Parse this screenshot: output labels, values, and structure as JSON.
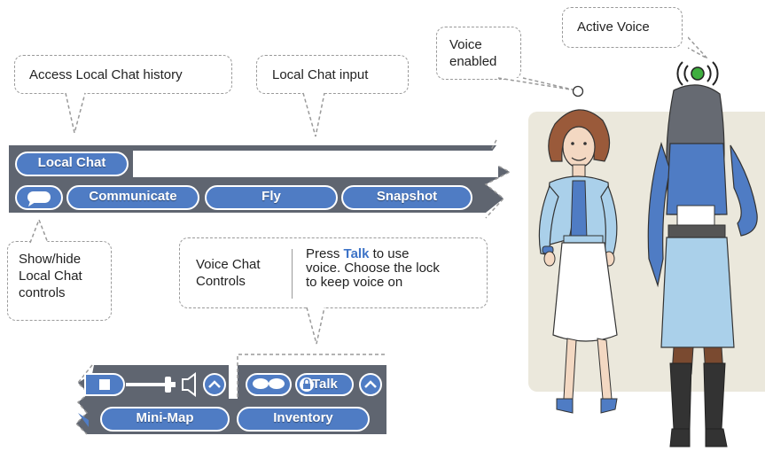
{
  "callouts": {
    "local_history": "Access Local Chat history",
    "local_input": "Local Chat input",
    "show_hide": [
      "Show/hide",
      "Local Chat",
      "controls"
    ],
    "voice_enabled": [
      "Voice",
      "enabled"
    ],
    "active_voice": "Active Voice",
    "voice_controls_title": [
      "Voice Chat",
      "Controls"
    ],
    "voice_controls_desc": {
      "pre": "Press ",
      "talk": "Talk",
      "post1": " to use",
      "line2": "voice. Choose the lock",
      "line3": "to keep voice on"
    }
  },
  "chat_bar": {
    "local_chat_button": "Local Chat",
    "communicate_button": "Communicate",
    "fly_button": "Fly",
    "snapshot_button": "Snapshot"
  },
  "bottom_bar": {
    "talk_button": "Talk",
    "minimap_button": "Mini-Map",
    "inventory_button": "Inventory"
  },
  "colors": {
    "bar_gray": "#5f6570",
    "pill_blue": "#4f7cc4",
    "pill_border": "#ffffff",
    "scene_bg": "#ebe8dc",
    "voice_green": "#3fae3f"
  },
  "icons": [
    "chat-bubble-icon",
    "stop-icon",
    "volume-slider-icon",
    "speaker-icon",
    "chevron-up-icon",
    "lock-icon",
    "voice-waves-icon",
    "voice-indicator-icon"
  ]
}
